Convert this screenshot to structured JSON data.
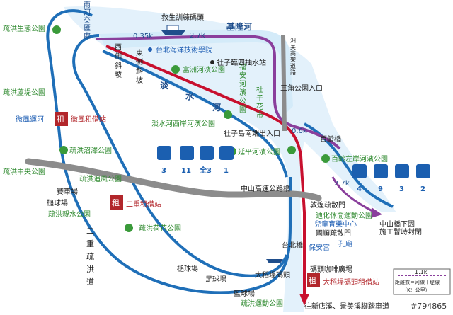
{
  "rivers": {
    "keelung": "基隆河",
    "tamsui": [
      "淡",
      "水",
      "河"
    ],
    "confluence": [
      "兩",
      "河",
      "交",
      "匯",
      "處"
    ]
  },
  "roads": {
    "second_ring": [
      "二",
      "重",
      "疏",
      "洪",
      "道"
    ],
    "zhongshan_bridge": "中山高速公路橋",
    "zhoumei": [
      "洲",
      "美",
      "高",
      "架",
      "道",
      "路"
    ],
    "bailing": "百齡橋",
    "taibei_bridge": "台北橋",
    "xibin_west": [
      "西",
      "側",
      "斜",
      "坡"
    ],
    "xibin_east": [
      "東",
      "側",
      "斜",
      "坡"
    ]
  },
  "places": {
    "rescue_pier": "救生訓練碼頭",
    "ocean_college": "台北海洋技術學院",
    "fuzhou_park": "富洲河濱公園",
    "pump_station": "社子臨四抽水站",
    "fuan_park": [
      "福",
      "安",
      "河",
      "濱",
      "公",
      "園"
    ],
    "shezi_market": [
      "社",
      "子",
      "花",
      "市"
    ],
    "sanjiao_park": "三角公園入口",
    "west_bank_park": "淡水河西岸河濱公園",
    "shezi_island_exit": "社子島南端出入口",
    "yanping_park": "延平河濱公園",
    "bailing_park": "百齡左岸河濱公園",
    "eco_park": "疏洪生態公園",
    "reed_park": "疏洪蘆堤公園",
    "weifeng_river": "微風運河",
    "weifeng_rental": "微風租借站",
    "marsh_park": "疏洪沼澤公園",
    "central_park": "疏洪中央公園",
    "zhuifeng_park": "疏洪追風公園",
    "race_track": "賽車場",
    "baseball_1": "槌球場",
    "rental_2": "二重租借站",
    "water_park": "疏洪親水公園",
    "lotus_park": "疏洪荷花公園",
    "baseball_2": "槌球場",
    "football": "足球場",
    "basketball": "籃球場",
    "sports_park": "疏洪運動公園",
    "dadaocheng_pier": "大稻埕碼頭",
    "dunhuang_gate": "敦煌疏散門",
    "dihua_park": "迪化休閒運動公園",
    "kids_center": "兒童育樂中心",
    "guoshun_gate": "國順疏散門",
    "baoan_temple": "保安宮",
    "confucius": "孔廟",
    "cafe_square": "碼頭咖啡廣場",
    "dadaocheng_rental": "大稻埕碼頭租借站",
    "construction": [
      "中山橋下因",
      "施工暫時封閉"
    ],
    "xinzhuang_note": "往新店溪、景美溪腳踏車道"
  },
  "distances": [
    "0.35k",
    "2.7k",
    "0.6k",
    "2.7k"
  ],
  "facilities_left": [
    "3",
    "11",
    "全3",
    "1"
  ],
  "facilities_right": [
    "4",
    "9",
    "3",
    "2"
  ],
  "legend": {
    "scale": "1.1k",
    "line1": "距離數＝河線＋堤線",
    "line2": "（K：公里）"
  },
  "rental_badge": "租",
  "watermark": "#794865",
  "colors": {
    "river_blue": "#1f6fb8",
    "trail_red": "#c8102e",
    "trail_purple": "#8a3f9c",
    "highway_gray": "#8c8c8c",
    "park_green": "#2f8a2f",
    "icon_blue": "#1b5fb0"
  }
}
